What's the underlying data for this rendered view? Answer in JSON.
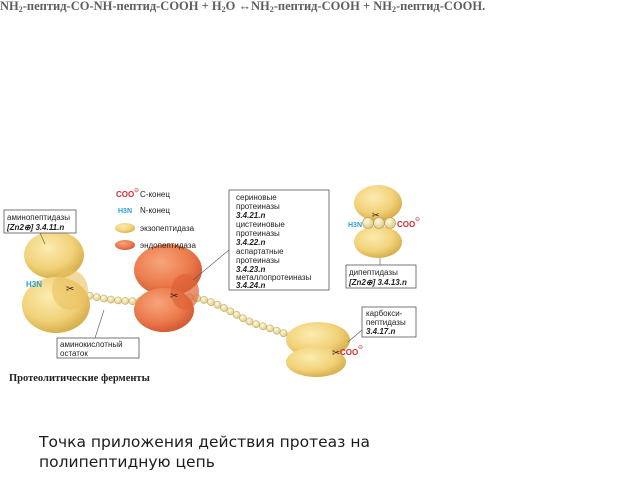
{
  "equation": {
    "lhs_1": "NH",
    "lhs_1_sub": "2",
    "lhs_2": "-пептид-CO-NH-пептид-COOH + H",
    "lhs_2_sub": "2",
    "lhs_3": "O ↔NH",
    "lhs_3_sub": "2",
    "rhs_1": "-пептид-COOH + NH",
    "rhs_1_sub": "2",
    "rhs_2": "-пептид-COOH."
  },
  "legend": {
    "c_end_formula": "COO",
    "c_end_label": "С-конец",
    "n_end_formula": "H3N",
    "n_end_label": "N-конец",
    "exopeptidase": "экзопептидаза",
    "endopeptidase": "эндопептидаза"
  },
  "labels": {
    "aminopeptidase_name": "аминопептидазы",
    "aminopeptidase_code": "[Zn2⊕] 3.4.11.n",
    "endo_line_1": "сериновые",
    "endo_line_2": "протеиназы",
    "endo_line_3": "3.4.21.n",
    "endo_line_4": "цистеиновые",
    "endo_line_5": "протеиназы",
    "endo_line_6": "3.4.22.n",
    "endo_line_7": "аспартатные",
    "endo_line_8": "протеиназы",
    "endo_line_9": "3.4.23.n",
    "endo_line_10": "металлопротеиназы",
    "endo_line_11": "3.4.24.n",
    "dipeptidase_name": "дипептидазы",
    "dipeptidase_code": "[Zn2⊕] 3.4.13.n",
    "carboxy_line_1": "карбокси-",
    "carboxy_line_2": "пептидазы",
    "carboxy_line_3": "3.4.17.n",
    "residue_line_1": "аминокислотный",
    "residue_line_2": "остаток",
    "n_term_left": "H3N",
    "n_term_dipep": "H3N",
    "coo_dipep": "COO",
    "coo_carboxy": "COO",
    "figure_title": "Протеолитические ферменты"
  },
  "caption": {
    "line_1": "Точка приложения действия протеаз на",
    "line_2": "полипептидную цепь"
  },
  "colors": {
    "exo_fill": "#f2d27a",
    "exo_dark": "#d2a944",
    "endo_fill": "#ec7b4c",
    "endo_dark": "#cf5430",
    "bead": "#efe2a4",
    "coo": "#d42a35",
    "n_term": "#2aa0d2"
  }
}
